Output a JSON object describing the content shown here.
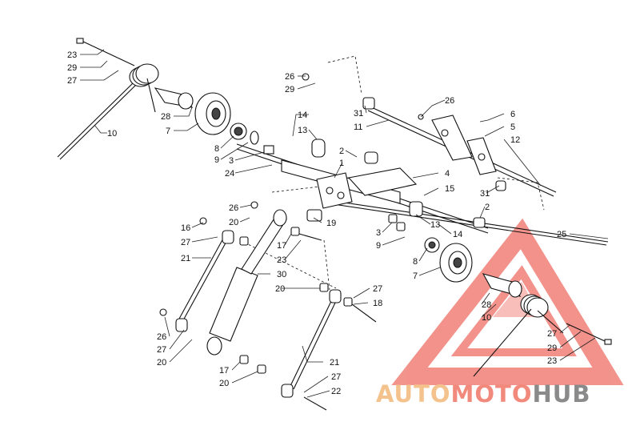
{
  "callouts": [
    {
      "id": "c01",
      "label": "23"
    },
    {
      "id": "c02",
      "label": "29"
    },
    {
      "id": "c03",
      "label": "27"
    },
    {
      "id": "c04",
      "label": "10"
    },
    {
      "id": "c05",
      "label": "28"
    },
    {
      "id": "c06",
      "label": "7"
    },
    {
      "id": "c07",
      "label": "8"
    },
    {
      "id": "c08",
      "label": "9"
    },
    {
      "id": "c09",
      "label": "3"
    },
    {
      "id": "c10",
      "label": "24"
    },
    {
      "id": "c11",
      "label": "26"
    },
    {
      "id": "c12",
      "label": "29"
    },
    {
      "id": "c13",
      "label": "31"
    },
    {
      "id": "c14",
      "label": "11"
    },
    {
      "id": "c15",
      "label": "14"
    },
    {
      "id": "c16",
      "label": "13"
    },
    {
      "id": "c17",
      "label": "26"
    },
    {
      "id": "c18",
      "label": "6"
    },
    {
      "id": "c19",
      "label": "5"
    },
    {
      "id": "c20",
      "label": "12"
    },
    {
      "id": "c21",
      "label": "2"
    },
    {
      "id": "c22",
      "label": "1"
    },
    {
      "id": "c23",
      "label": "4"
    },
    {
      "id": "c24",
      "label": "15"
    },
    {
      "id": "c25",
      "label": "31"
    },
    {
      "id": "c26",
      "label": "2"
    },
    {
      "id": "c27",
      "label": "26"
    },
    {
      "id": "c28",
      "label": "20"
    },
    {
      "id": "c29",
      "label": "19"
    },
    {
      "id": "c30",
      "label": "16"
    },
    {
      "id": "c31",
      "label": "27"
    },
    {
      "id": "c32",
      "label": "21"
    },
    {
      "id": "c33",
      "label": "17"
    },
    {
      "id": "c34",
      "label": "23"
    },
    {
      "id": "c35",
      "label": "30"
    },
    {
      "id": "c36",
      "label": "13"
    },
    {
      "id": "c37",
      "label": "14"
    },
    {
      "id": "c38",
      "label": "3"
    },
    {
      "id": "c39",
      "label": "9"
    },
    {
      "id": "c40",
      "label": "25"
    },
    {
      "id": "c41",
      "label": "8"
    },
    {
      "id": "c42",
      "label": "7"
    },
    {
      "id": "c43",
      "label": "20"
    },
    {
      "id": "c44",
      "label": "27"
    },
    {
      "id": "c45",
      "label": "18"
    },
    {
      "id": "c46",
      "label": "28"
    },
    {
      "id": "c47",
      "label": "10"
    },
    {
      "id": "c48",
      "label": "26"
    },
    {
      "id": "c49",
      "label": "27"
    },
    {
      "id": "c50",
      "label": "20"
    },
    {
      "id": "c51",
      "label": "27"
    },
    {
      "id": "c52",
      "label": "29"
    },
    {
      "id": "c53",
      "label": "23"
    },
    {
      "id": "c54",
      "label": "21"
    },
    {
      "id": "c55",
      "label": "17"
    },
    {
      "id": "c56",
      "label": "27"
    },
    {
      "id": "c57",
      "label": "20"
    },
    {
      "id": "c58",
      "label": "22"
    }
  ],
  "watermark": {
    "part1": "AUTO",
    "part2": "MOTO",
    "part3": "HUB",
    "color_auto": "#f4c28c",
    "color_moto": "#f18a7c",
    "color_hub": "#8a8a8a",
    "logo_color": "#e83a2e"
  }
}
